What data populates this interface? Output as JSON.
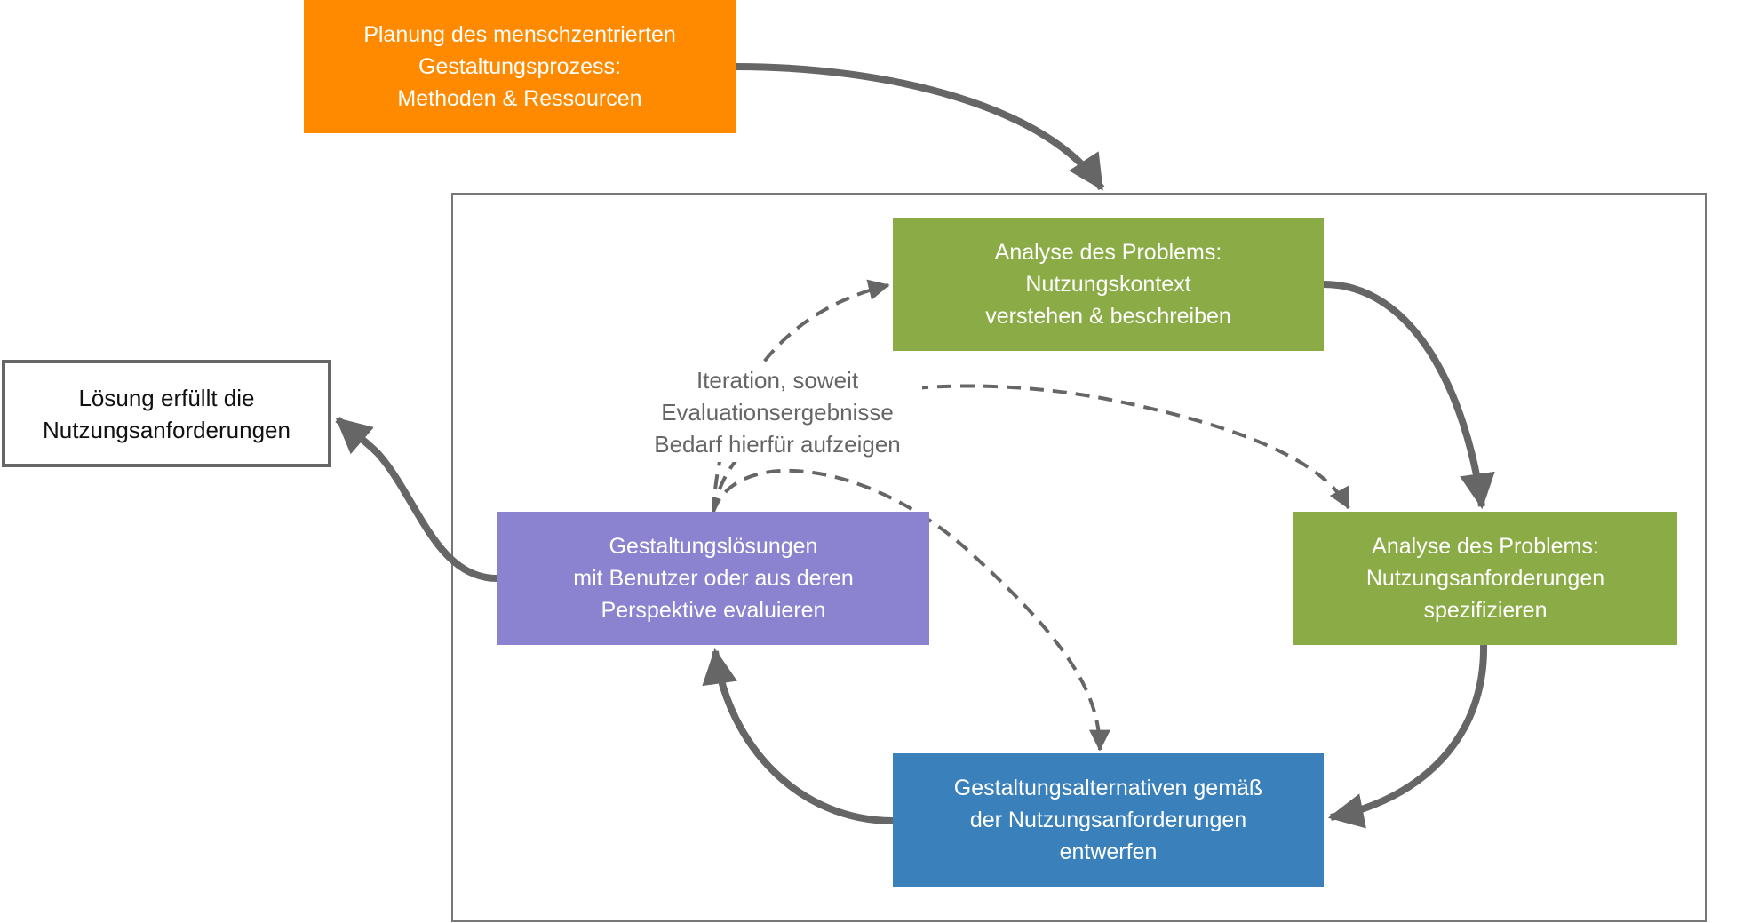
{
  "diagram": {
    "title": "Menschzentrierter Gestaltungsprozess",
    "colors": {
      "planning": "#ff8a00",
      "analysis": "#8aab45",
      "design": "#3a80ba",
      "evaluation": "#8b82d0",
      "arrow": "#666666",
      "frame": "#777777"
    },
    "nodes": {
      "plan": "Planung des menschzentrierten\nGestaltungsprozess:\nMethoden & Ressourcen",
      "context": "Analyse des Problems:\nNutzungskontext\nverstehen & beschreiben",
      "requirements": "Analyse des Problems:\nNutzungsanforderungen\nspezifizieren",
      "design": "Gestaltungsalternativen gemäß\nder Nutzungsanforderungen\nentwerfen",
      "evaluate": "Gestaltungslösungen\nmit Benutzer oder aus deren\nPerspektive evaluieren",
      "solution": "Lösung erfüllt die\nNutzungsanforderungen"
    },
    "iteration_label": "Iteration, soweit\nEvaluationsergebnisse\nBedarf hierfür aufzeigen",
    "edges": [
      {
        "from": "plan",
        "to": "process-frame",
        "style": "solid"
      },
      {
        "from": "context",
        "to": "requirements",
        "style": "solid"
      },
      {
        "from": "requirements",
        "to": "design",
        "style": "solid"
      },
      {
        "from": "design",
        "to": "evaluate",
        "style": "solid"
      },
      {
        "from": "evaluate",
        "to": "solution",
        "style": "solid"
      },
      {
        "from": "evaluate",
        "to": "context",
        "style": "dashed"
      },
      {
        "from": "evaluate",
        "to": "requirements",
        "style": "dashed"
      },
      {
        "from": "evaluate",
        "to": "design",
        "style": "dashed"
      }
    ]
  }
}
